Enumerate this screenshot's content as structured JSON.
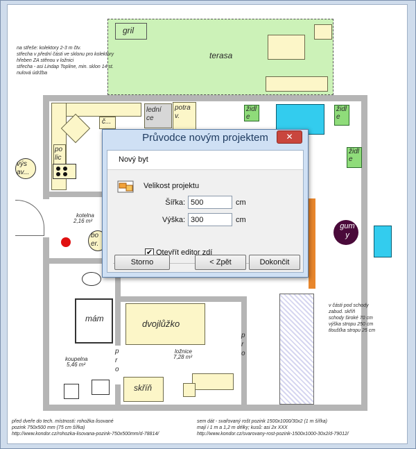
{
  "plan": {
    "notes_roof": [
      "na střeše: kolektory 2-3 m čtv.",
      "střecha v přední části ve sklonu pro kolektory",
      "hřeben ZA stěnou v ložnici",
      "střecha - asi Lindap Topline, min. sklon 14 st.",
      "nulová údržba"
    ],
    "labels": {
      "gril": "gril",
      "terasa": "terasa",
      "lednice": "lední ce",
      "potra": "potra v.",
      "zidle1": "židl e",
      "zidle2": "židl e",
      "zidle3": "židl e",
      "c_item": "č...",
      "vysav": "výs av...",
      "polic": "po lic",
      "kotelna": "kotelna",
      "kotelna_area": "2,16 m²",
      "boiler": "bo er.",
      "gumy": "gum y",
      "mam": "mám",
      "kupelna": "koupelna",
      "kupelna_area": "5,46 m²",
      "dvojluzko": "dvojlůžko",
      "loznice": "ložnice",
      "loznice_area": "7,28 m²",
      "skrin": "skříň",
      "pr1": "p r o",
      "pr2": "p r o"
    },
    "notes_right": [
      "v části pod schody",
      "zabud. skříň",
      "schody široké 70 cm",
      "výška stropu 250 cm",
      "tloušťka stropu 25 cm"
    ],
    "notes_bottom_left": [
      "před dveře do tech. místnosti: rohožka lisované",
      "pozink 750x500 mm (75 cm šířka)",
      "http://www.kondor.cz/rohozka-lisovana-pozink-750x500mm/d-78814/"
    ],
    "notes_bottom_right": [
      "sem dát - svařovaný rošt pozink 1500x1000/30x2 (1 m šířka)",
      "mají i 1 m a 1,2 m délky; kusů: asi 2x  XXX",
      "http://www.kondor.cz/svarovany-rost-pozink-1500x1000-30x2/d-79012/"
    ]
  },
  "dialog": {
    "title": "Průvodce novým projektem",
    "close": "✕",
    "subtitle": "Nový byt",
    "section": "Velikost projektu",
    "width_label": "Šířka:",
    "width_value": "500",
    "width_unit": "cm",
    "height_label": "Výška:",
    "height_value": "300",
    "height_unit": "cm",
    "checkbox_label": "Otevřít editor zdí",
    "checkbox_mark": "✔",
    "btn_cancel": "Storno",
    "btn_back": "< Zpět",
    "btn_finish": "Dokončit"
  },
  "colors": {
    "terrace": "#ccf2b8",
    "furniture": "#fcf6c8",
    "chair": "#8fdc7a",
    "table": "#33ccee",
    "dialog_frame": "#cfe0f4",
    "close_red": "#c9463d",
    "gum_purple": "#4a0a3a",
    "red_dot": "#e01010"
  }
}
